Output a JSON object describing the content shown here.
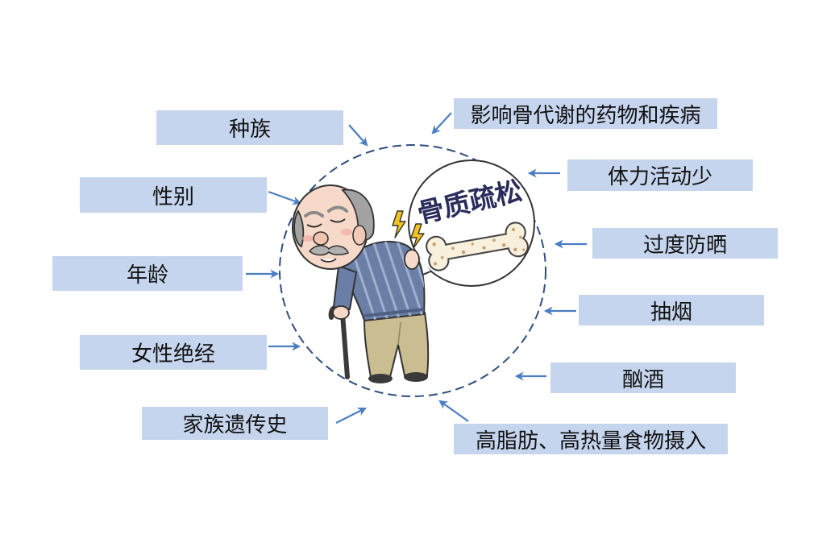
{
  "diagram": {
    "center_label": "骨质疏松",
    "factors_left": [
      {
        "label": "种族"
      },
      {
        "label": "性别"
      },
      {
        "label": "年龄"
      },
      {
        "label": "女性绝经"
      },
      {
        "label": "家族遗传史"
      }
    ],
    "factors_right": [
      {
        "label": "影响骨代谢的药物和疾病"
      },
      {
        "label": "体力活动少"
      },
      {
        "label": "过度防晒"
      },
      {
        "label": "抽烟"
      },
      {
        "label": "酗酒"
      },
      {
        "label": "高脂肪、高热量食物摄入"
      }
    ]
  },
  "colors": {
    "box_fill": "#c6d5ee",
    "arrow": "#4a7ec2",
    "dashed_circle": "#2e4d7e",
    "center_label": "#2a2d5c"
  },
  "icons": [
    "elderly-man-illustration",
    "speech-bubble",
    "bone-icon",
    "lightning-icon",
    "cane-icon"
  ]
}
